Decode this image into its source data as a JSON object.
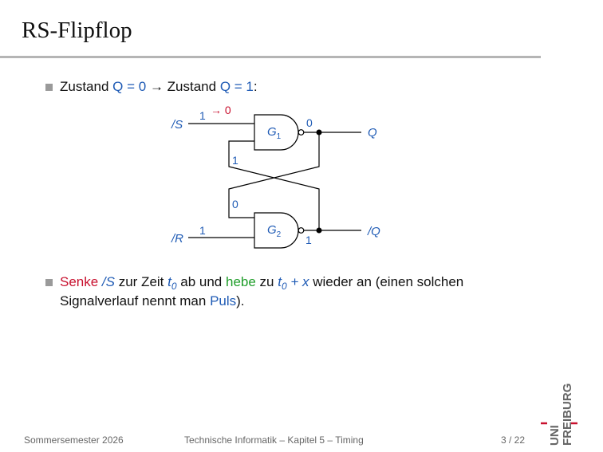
{
  "slide": {
    "title": "RS-Flipflop",
    "bullet1": {
      "prefix": "Zustand ",
      "q0": "Q = 0",
      "arrow": " → Zustand ",
      "q1": "Q = 1",
      "colon": ":"
    },
    "circuit": {
      "input_s": "/S",
      "input_r": "/R",
      "output_q": "Q",
      "output_nq": "/Q",
      "gate1": "G",
      "gate1_sub": "1",
      "gate2": "G",
      "gate2_sub": "2",
      "s_value": "1",
      "s_transition": "→ 0",
      "g1_out_value": "0",
      "g1_fb_value": "1",
      "g2_fb_value": "0",
      "r_value": "1",
      "g2_out_value": "1"
    },
    "bullet2": {
      "senke": "Senke",
      "s": " /S",
      "zur_zeit": " zur Zeit ",
      "t": "t",
      "t_sub": "0",
      "ab_und": " ab und ",
      "hebe": "hebe",
      "zu": " zu ",
      "t2": "t",
      "t2_sub": "0",
      "plus_x": " + x",
      "rest1": " wieder an (einen solchen",
      "line2_start": "Signalverlauf nennt man ",
      "puls": "Puls",
      "line2_end": ")."
    }
  },
  "footer": {
    "left": "Sommersemester 2026",
    "center": "Technische Informatik – Kapitel 5 – Timing",
    "page": "3 / 22"
  },
  "logo": {
    "top": "UNI",
    "bottom": "FREIBURG",
    "accent_color": "#c8102e"
  }
}
